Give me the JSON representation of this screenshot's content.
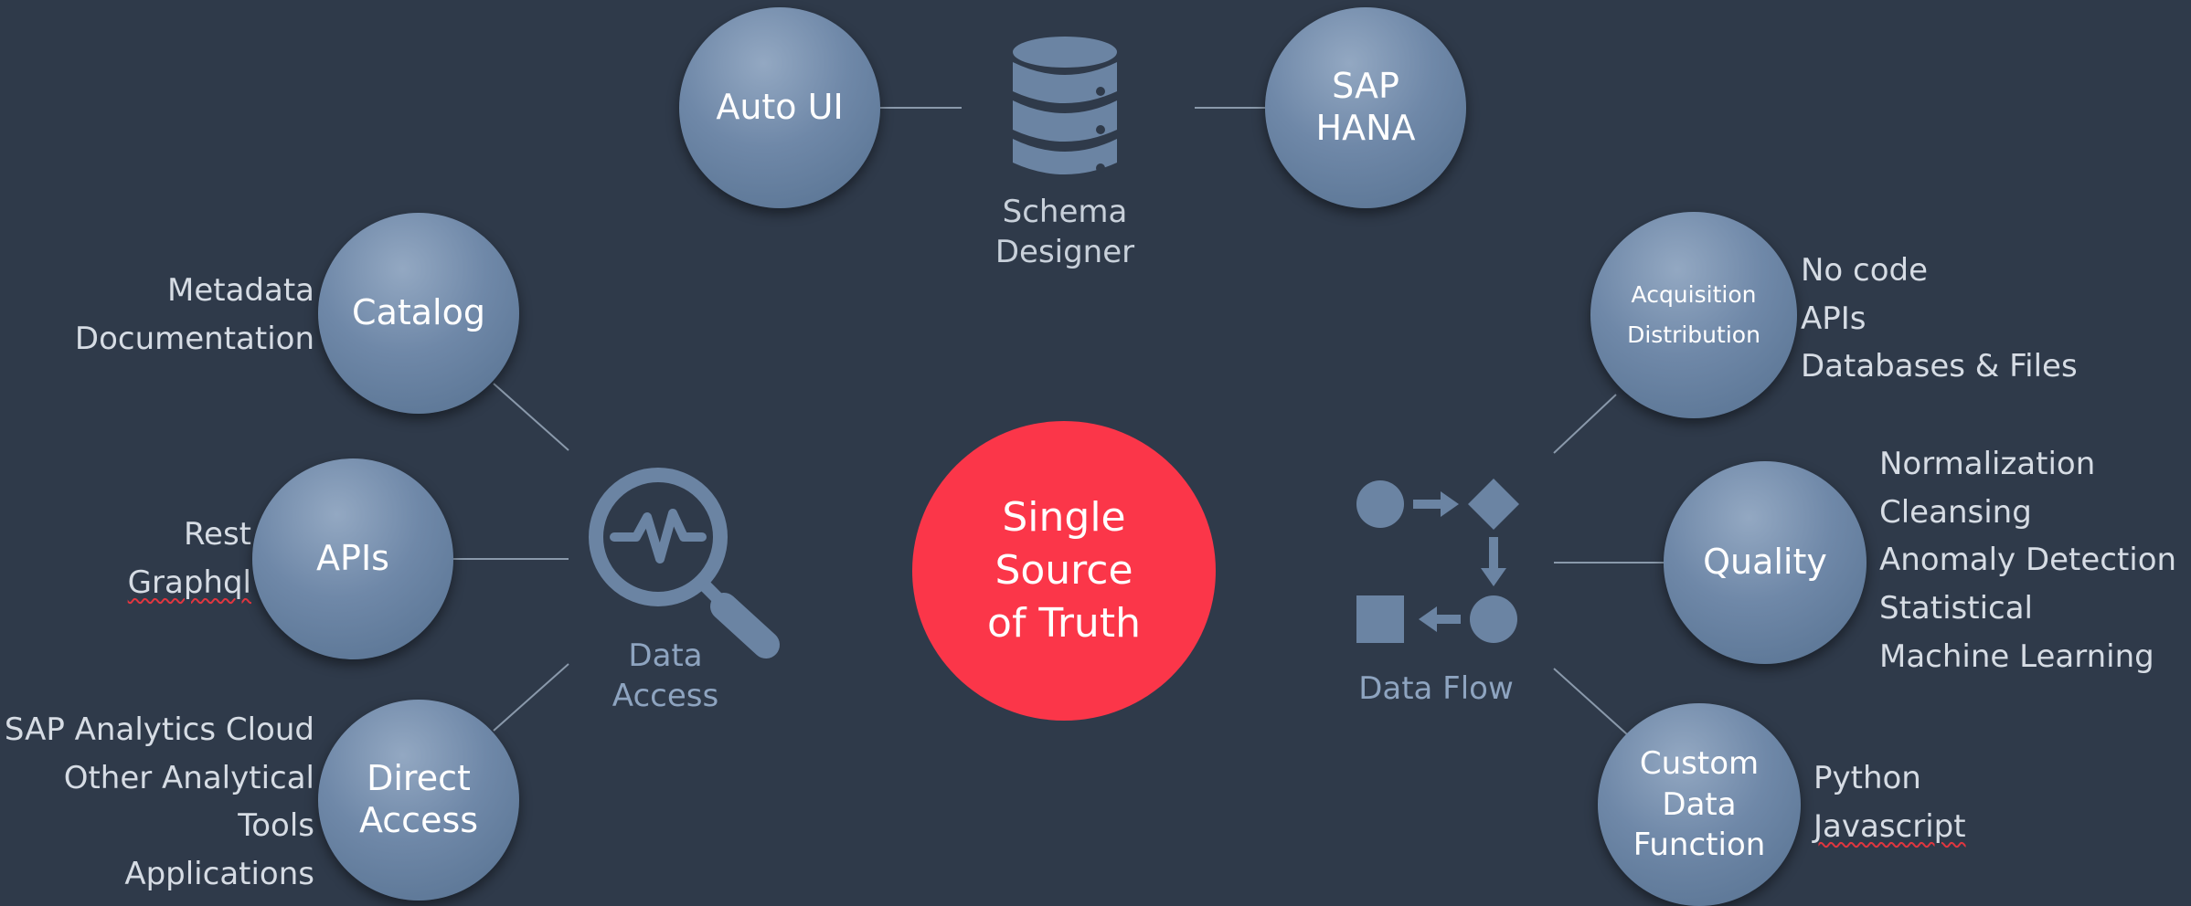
{
  "center": {
    "lines": [
      "Single",
      "Source",
      "of Truth"
    ]
  },
  "top": {
    "auto_ui": "Auto UI",
    "sap_hana": [
      "SAP",
      "HANA"
    ],
    "schema_designer": [
      "Schema",
      "Designer"
    ]
  },
  "data_access": {
    "label": [
      "Data",
      "Access"
    ],
    "catalog": {
      "title": "Catalog",
      "items": [
        "Metadata",
        "Documentation"
      ]
    },
    "apis": {
      "title": "APIs",
      "items": [
        "Rest",
        "Graphql"
      ]
    },
    "direct_access": {
      "title": [
        "Direct",
        "Access"
      ],
      "items": [
        "SAP Analytics Cloud",
        "Other Analytical",
        "Tools",
        "Applications"
      ]
    }
  },
  "data_flow": {
    "label": "Data Flow",
    "acquisition": {
      "title": [
        "Acquisition",
        "Distribution"
      ],
      "items": [
        "No code",
        "APIs",
        "Databases & Files"
      ]
    },
    "quality": {
      "title": "Quality",
      "items": [
        "Normalization",
        "Cleansing",
        "Anomaly Detection",
        "Statistical",
        "Machine Learning"
      ]
    },
    "custom": {
      "title": [
        "Custom",
        "Data",
        "Function"
      ],
      "items": [
        "Python",
        "Javascript"
      ]
    }
  },
  "colors": {
    "background": "#2f3a4a",
    "center": "#fb3649",
    "node": "#6f88a8",
    "icon": "#6b84a3",
    "connector": "#8a99ab"
  },
  "icons": [
    "database-icon",
    "magnifier-pulse-icon",
    "data-flow-icon"
  ]
}
